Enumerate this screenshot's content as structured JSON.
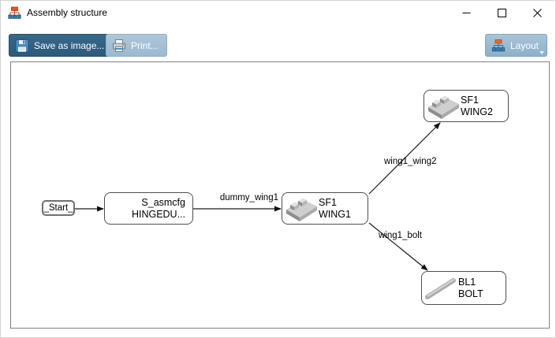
{
  "window": {
    "title": "Assembly structure"
  },
  "toolbar": {
    "save_label": "Save as image...",
    "print_label": "Print...",
    "layout_label": "Layout"
  },
  "diagram": {
    "nodes": [
      {
        "id": "start",
        "label": "_Start_"
      },
      {
        "id": "asmcfg",
        "line1": "S_asmcfg",
        "line2": "HINGEDU..."
      },
      {
        "id": "wing1",
        "line1": "SF1",
        "line2": "WING1",
        "icon": "wing-part-icon"
      },
      {
        "id": "wing2",
        "line1": "SF1",
        "line2": "WING2",
        "icon": "wing-part-icon"
      },
      {
        "id": "bolt",
        "line1": "BL1",
        "line2": "BOLT",
        "icon": "bolt-part-icon"
      }
    ],
    "edges": [
      {
        "from": "start",
        "to": "asmcfg",
        "label": ""
      },
      {
        "from": "asmcfg",
        "to": "wing1",
        "label": "dummy_wing1"
      },
      {
        "from": "wing1",
        "to": "wing2",
        "label": "wing1_wing2"
      },
      {
        "from": "wing1",
        "to": "bolt",
        "label": "wing1_bolt"
      }
    ]
  },
  "colors": {
    "save_button": "#2c5a7a",
    "light_button": "#9cbad0",
    "canvas_border": "#808080",
    "edge": "#1a1a1a",
    "org_icon_root": "#e2571b",
    "org_icon_child": "#2e7ea5"
  }
}
